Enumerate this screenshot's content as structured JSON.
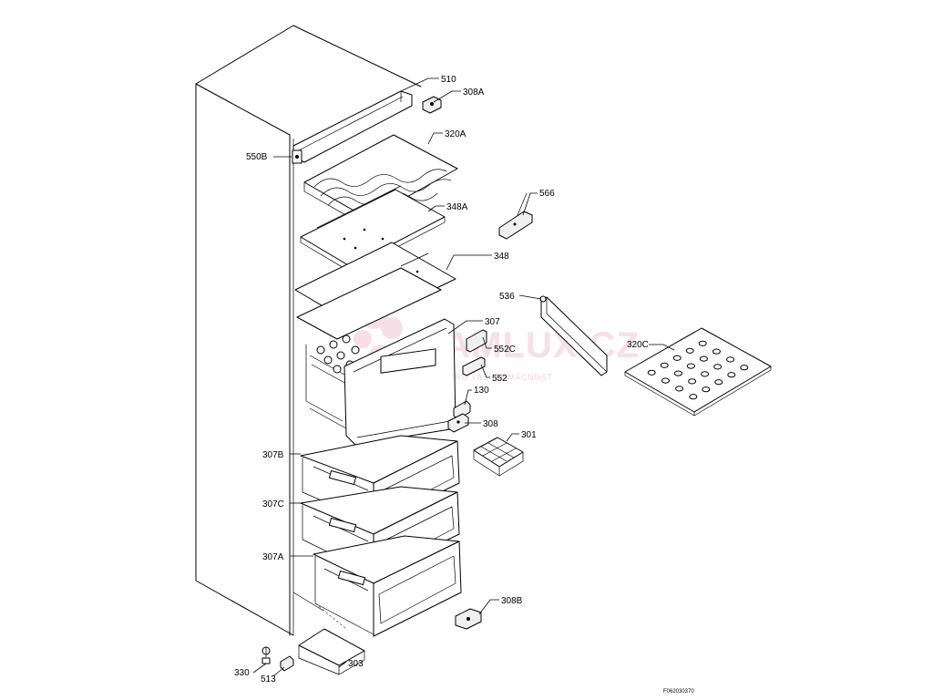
{
  "watermark": {
    "brand": "MAMLUX.CZ",
    "tagline": "VŠE PRO VAŠI DOMÁCNOST"
  },
  "diagram_ref": "F062030370",
  "parts": [
    {
      "id": "part-510",
      "label": "510"
    },
    {
      "id": "part-308a",
      "label": "308A"
    },
    {
      "id": "part-320a",
      "label": "320A"
    },
    {
      "id": "part-550b",
      "label": "550B"
    },
    {
      "id": "part-566",
      "label": "566"
    },
    {
      "id": "part-348a",
      "label": "348A"
    },
    {
      "id": "part-348",
      "label": "348"
    },
    {
      "id": "part-536",
      "label": "536"
    },
    {
      "id": "part-307",
      "label": "307"
    },
    {
      "id": "part-320c",
      "label": "320C"
    },
    {
      "id": "part-552c",
      "label": "552C"
    },
    {
      "id": "part-552",
      "label": "552"
    },
    {
      "id": "part-130",
      "label": "130"
    },
    {
      "id": "part-308",
      "label": "308"
    },
    {
      "id": "part-301",
      "label": "301"
    },
    {
      "id": "part-307b",
      "label": "307B"
    },
    {
      "id": "part-307c",
      "label": "307C"
    },
    {
      "id": "part-307a",
      "label": "307A"
    },
    {
      "id": "part-308b",
      "label": "308B"
    },
    {
      "id": "part-330",
      "label": "330"
    },
    {
      "id": "part-513",
      "label": "513"
    },
    {
      "id": "part-303",
      "label": "303"
    }
  ]
}
